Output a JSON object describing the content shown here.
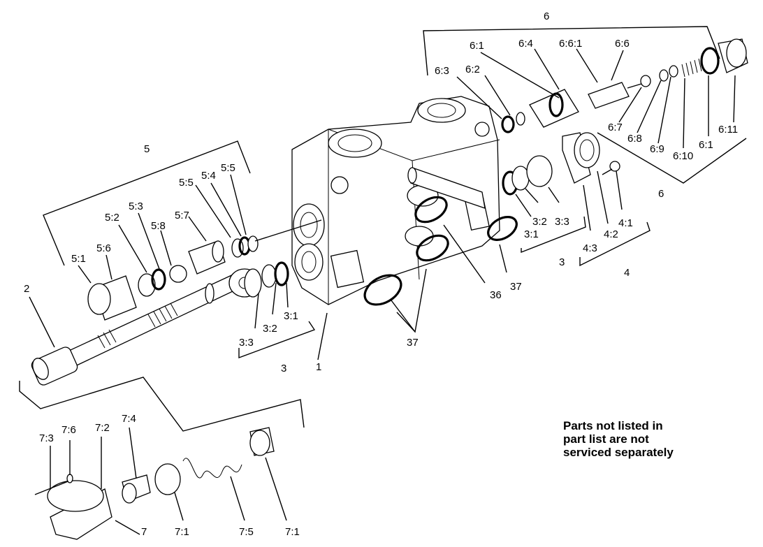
{
  "note": {
    "line1": "Parts not listed in",
    "line2": "part list are not",
    "line3": "serviced separately"
  },
  "labels": {
    "p1": "1",
    "p2": "2",
    "p3a": "3",
    "p3b": "3",
    "p4": "4",
    "p5": "5",
    "p6a": "6",
    "p6b": "6",
    "p7": "7",
    "p36": "36",
    "p37a": "37",
    "p37b": "37",
    "l3_1a": "3:1",
    "l3_2a": "3:2",
    "l3_3a": "3:3",
    "l3_1b": "3:1",
    "l3_2b": "3:2",
    "l3_3b": "3:3",
    "l4_1": "4:1",
    "l4_2": "4:2",
    "l4_3": "4:3",
    "l5_1": "5:1",
    "l5_2": "5:2",
    "l5_3": "5:3",
    "l5_4": "5:4",
    "l5_5a": "5:5",
    "l5_5b": "5:5",
    "l5_6": "5:6",
    "l5_7": "5:7",
    "l5_8": "5:8",
    "l6_1a": "6:1",
    "l6_1b": "6:1",
    "l6_2": "6:2",
    "l6_3": "6:3",
    "l6_4": "6:4",
    "l6_6": "6:6",
    "l6_6_1": "6:6:1",
    "l6_7": "6:7",
    "l6_8": "6:8",
    "l6_9": "6:9",
    "l6_10": "6:10",
    "l6_11": "6:11",
    "l7_1a": "7:1",
    "l7_1b": "7:1",
    "l7_2": "7:2",
    "l7_3": "7:3",
    "l7_4": "7:4",
    "l7_5": "7:5",
    "l7_6": "7:6"
  }
}
